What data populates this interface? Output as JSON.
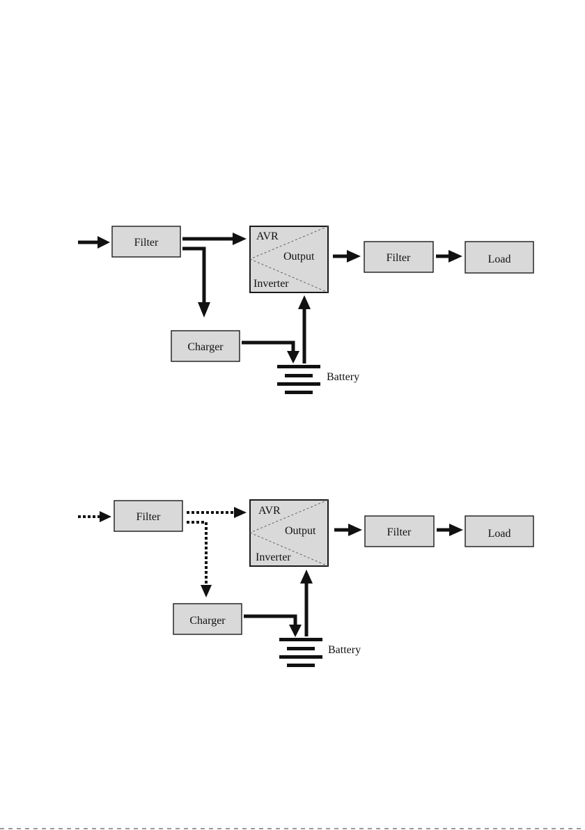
{
  "diagrams": [
    {
      "mode": "solid",
      "labels": {
        "filter_in": "Filter",
        "avr": "AVR",
        "output": "Output",
        "inverter": "Inverter",
        "filter_out": "Filter",
        "load": "Load",
        "charger": "Charger",
        "battery": "Battery"
      }
    },
    {
      "mode": "dashed",
      "labels": {
        "filter_in": "Filter",
        "avr": "AVR",
        "output": "Output",
        "inverter": "Inverter",
        "filter_out": "Filter",
        "load": "Load",
        "charger": "Charger",
        "battery": "Battery"
      }
    }
  ],
  "icons": {
    "arrow": "arrow-head-icon",
    "battery": "battery-icon"
  }
}
